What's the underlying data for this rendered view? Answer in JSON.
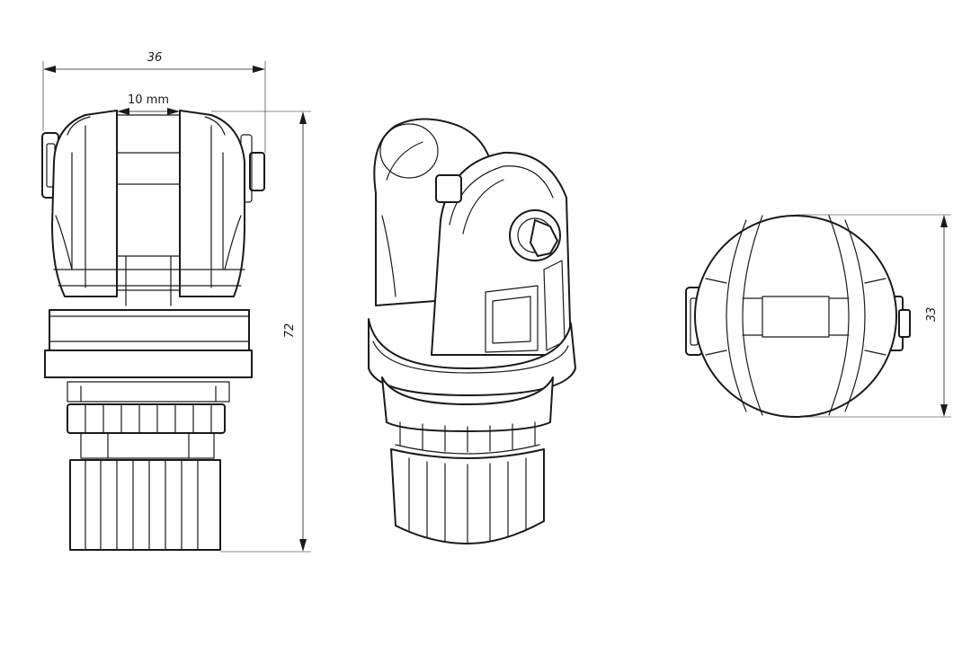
{
  "dimensions": {
    "overall_width": "36",
    "slot_width": "10 mm",
    "overall_height": "72",
    "head_diameter": "33"
  }
}
